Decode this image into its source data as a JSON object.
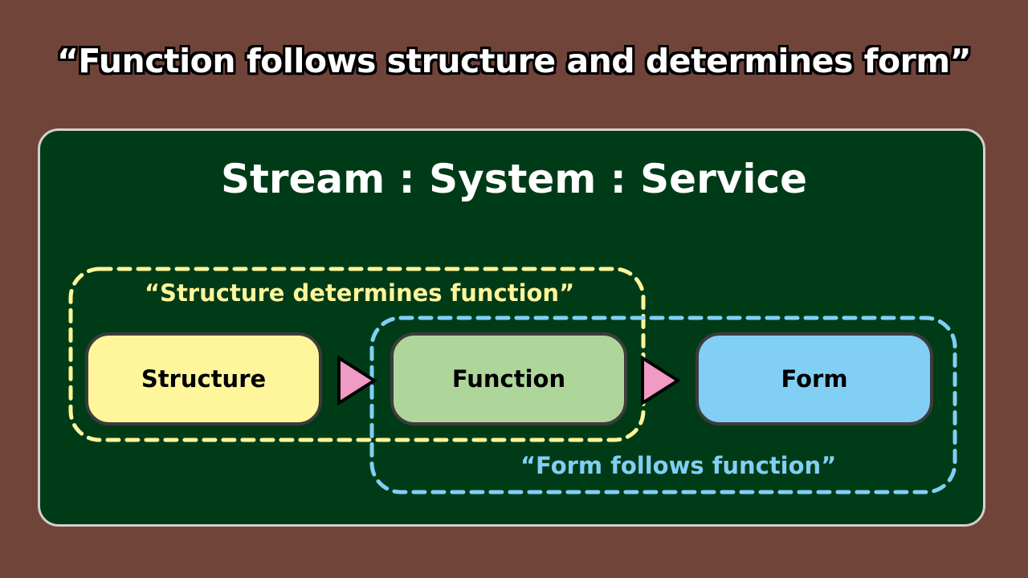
{
  "headline": "“Function follows structure and determines form”",
  "board": {
    "title": "Stream : System : Service",
    "nodes": [
      {
        "id": "structure",
        "label": "Structure",
        "color": "#fff69c"
      },
      {
        "id": "function",
        "label": "Function",
        "color": "#aed69a"
      },
      {
        "id": "form",
        "label": "Form",
        "color": "#82cff5"
      }
    ],
    "arrows": [
      {
        "from": "structure",
        "to": "function",
        "color": "#f09bc4"
      },
      {
        "from": "function",
        "to": "form",
        "color": "#f09bc4"
      }
    ],
    "groups": [
      {
        "label": "“Structure determines function”",
        "members": [
          "structure",
          "function"
        ],
        "color": "#fff59a"
      },
      {
        "label": "“Form follows function”",
        "members": [
          "function",
          "form"
        ],
        "color": "#82cff5"
      }
    ]
  }
}
